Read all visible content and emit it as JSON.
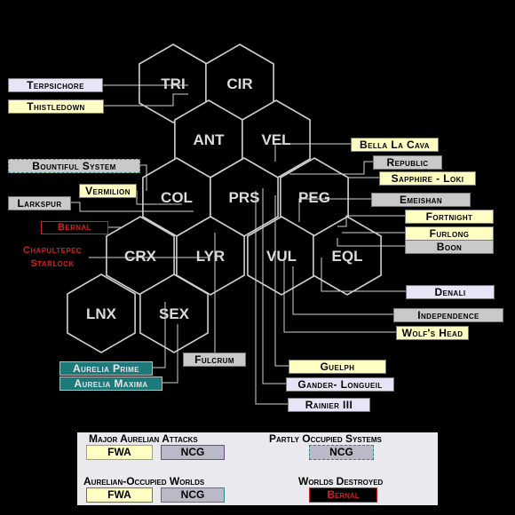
{
  "hexes": [
    {
      "id": "tri",
      "name": "TRI"
    },
    {
      "id": "cir",
      "name": "CIR"
    },
    {
      "id": "ant",
      "name": "ANT"
    },
    {
      "id": "vel",
      "name": "VEL"
    },
    {
      "id": "col",
      "name": "COL"
    },
    {
      "id": "prs",
      "name": "PRS"
    },
    {
      "id": "peg",
      "name": "PEG"
    },
    {
      "id": "crx",
      "name": "CRX"
    },
    {
      "id": "lyr",
      "name": "LYR"
    },
    {
      "id": "vul",
      "name": "VUL"
    },
    {
      "id": "eql",
      "name": "EQL"
    },
    {
      "id": "lnx",
      "name": "LNX"
    },
    {
      "id": "sex",
      "name": "SEX"
    }
  ],
  "labels": {
    "terpsichore": "Terpsichore",
    "thistledown": "Thistledown",
    "bountiful": "Bountiful System",
    "vermilion": "Vermilion",
    "larkspur": "Larkspur",
    "bernal": "Bernal",
    "chapultepec": "Chapultepec",
    "starlock": "Starlock",
    "aurelia_prime": "Aurelia Prime",
    "aurelia_maxima": "Aurelia Maxima",
    "fulcrum": "Fulcrum",
    "bella": "Bella La Cava",
    "republic": "Republic",
    "sapphire": "Sapphire - Loki",
    "emeishan": "Emeishan",
    "fortnight": "Fortnight",
    "furlong": "Furlong",
    "boon": "Boon",
    "denali": "Denali",
    "independence": "Independence",
    "wolfs_head": "Wolf's Head",
    "guelph": "Guelph",
    "gander": "Gander- Longueil",
    "rainier": "Rainier III"
  },
  "legend": {
    "major_attacks": "Major Aurelian Attacks",
    "partly_occupied": "Partly Occupied Systems",
    "occupied_worlds": "Aurelian-Occupied Worlds",
    "worlds_destroyed": "Worlds Destroyed",
    "fwa": "FWA",
    "ncg": "NCG",
    "bernal": "Bernal"
  },
  "colors": {
    "fwa_fill": "#ffffc4",
    "ncg_fill": "#c9c9c9",
    "occupied_fill": "#1e7a7a",
    "destroyed": "#cc2222",
    "background": "#000000"
  }
}
